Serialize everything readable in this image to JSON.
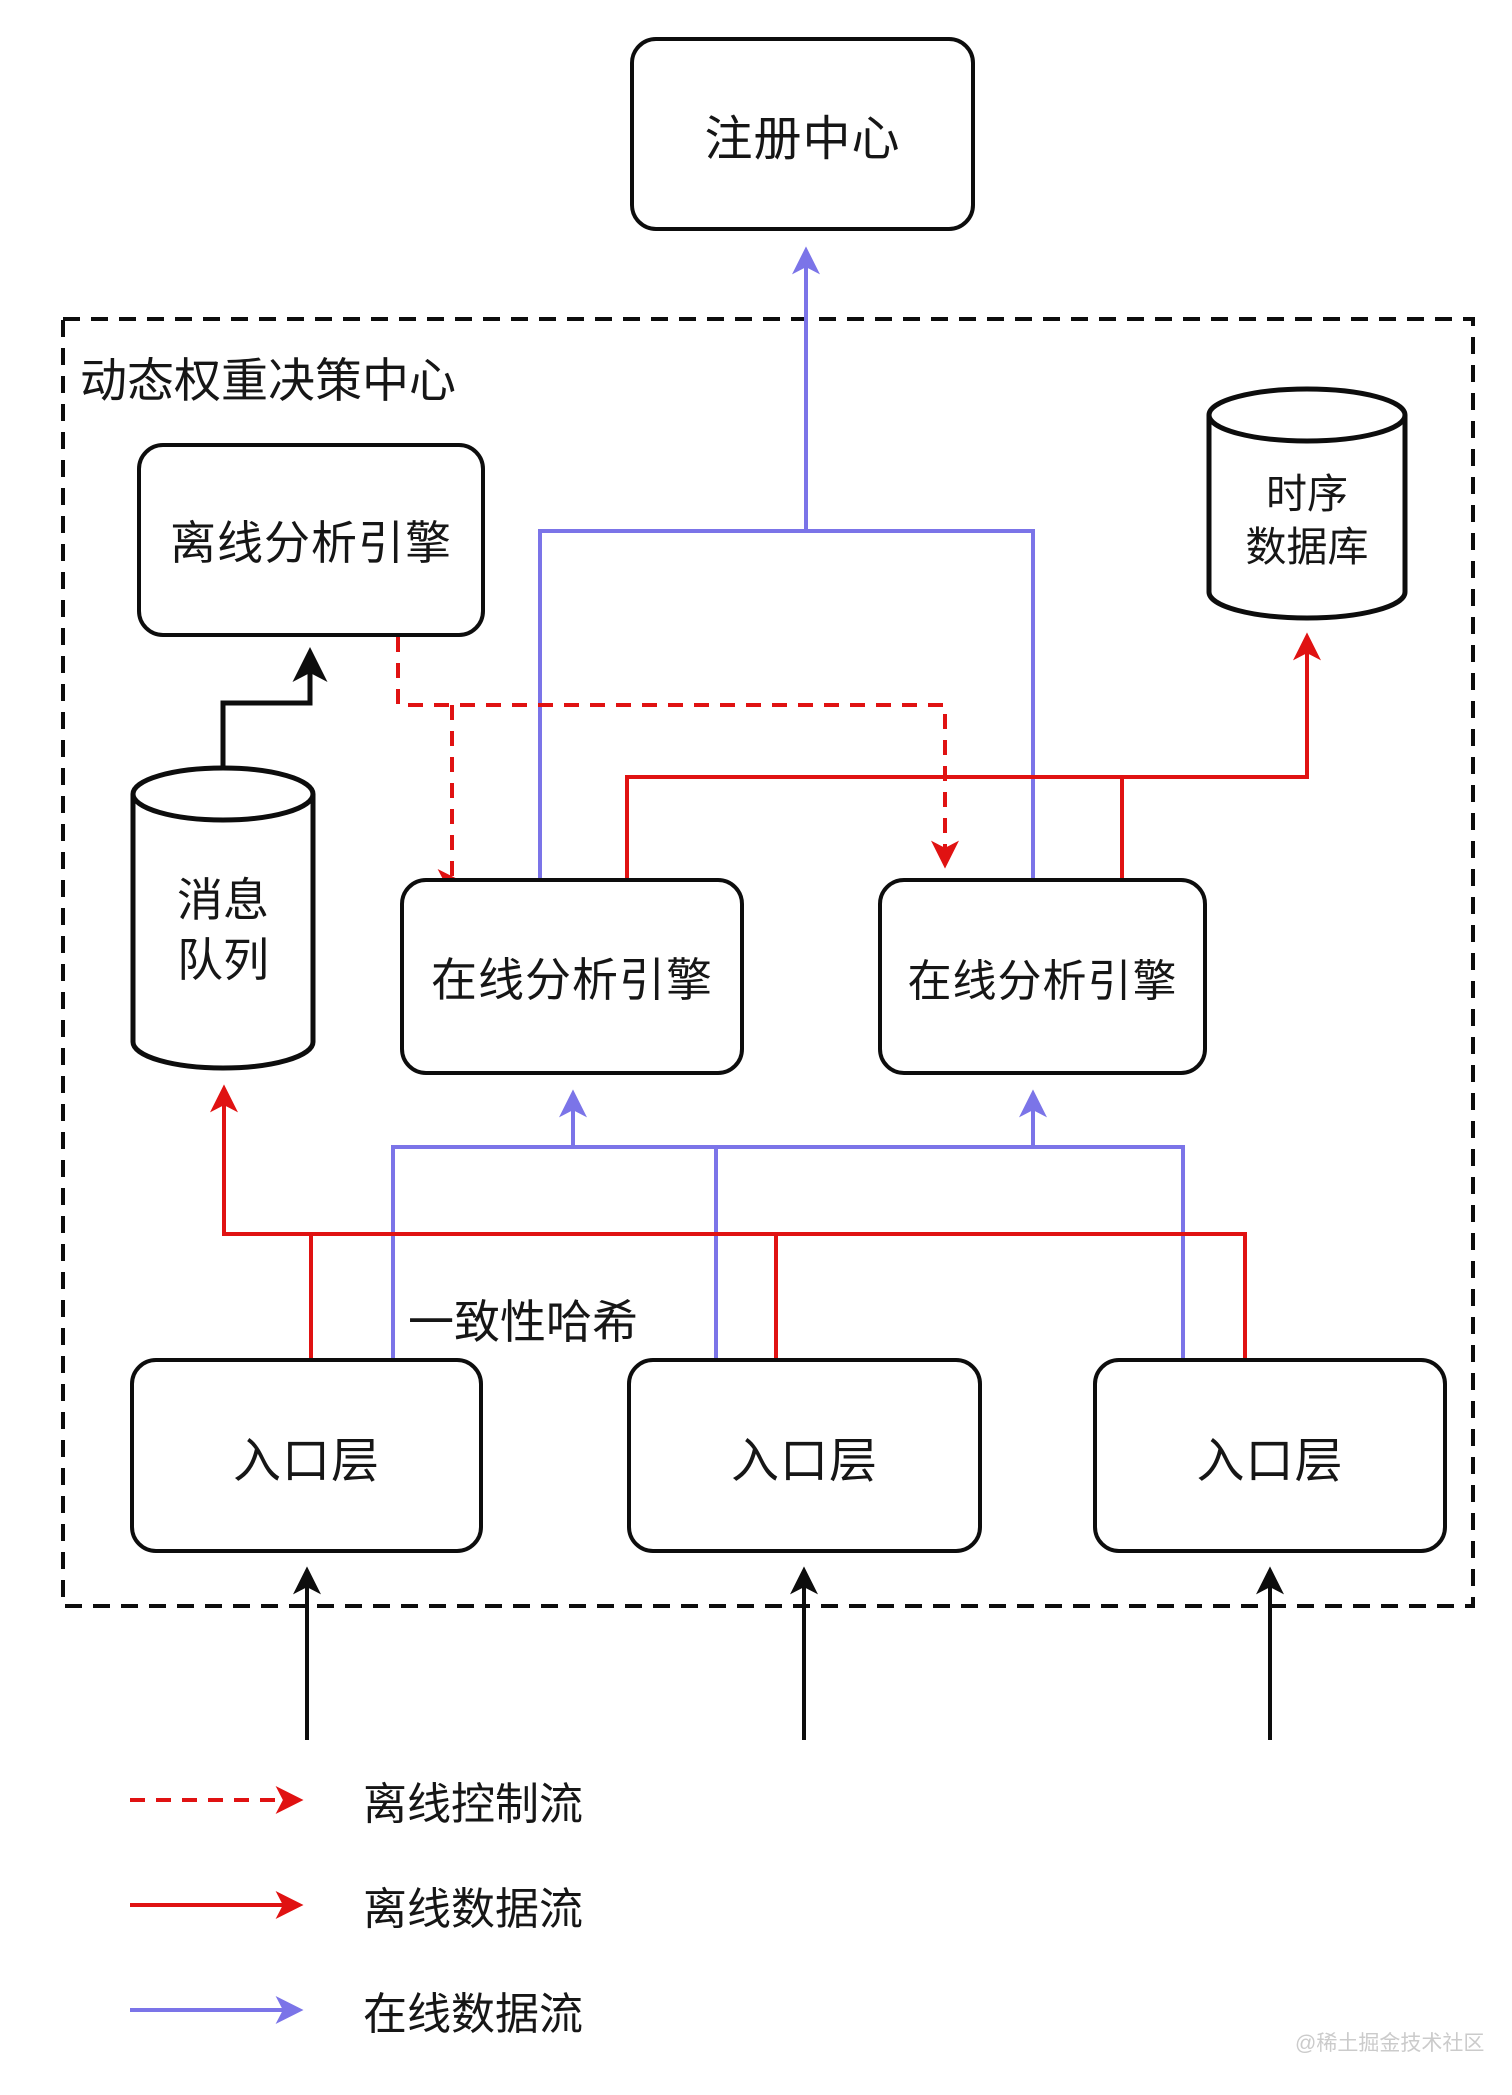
{
  "diagram": {
    "container_label": "动态权重决策中心",
    "nodes": {
      "registry": {
        "label": "注册中心"
      },
      "offline_engine": {
        "label": "离线分析引擎"
      },
      "message_queue": {
        "line1": "消息",
        "line2": "队列"
      },
      "tsdb": {
        "line1": "时序",
        "line2": "数据库"
      },
      "online_engine_1": {
        "label": "在线分析引擎"
      },
      "online_engine_2": {
        "label": "在线分析引擎"
      },
      "entry_1": {
        "label": "入口层"
      },
      "entry_2": {
        "label": "入口层"
      },
      "entry_3": {
        "label": "入口层"
      }
    },
    "annotations": {
      "consistent_hash": "一致性哈希"
    },
    "legend": [
      {
        "style": "dashed-red",
        "label": "离线控制流"
      },
      {
        "style": "solid-red",
        "label": "离线数据流"
      },
      {
        "style": "solid-blue",
        "label": "在线数据流"
      }
    ],
    "colors": {
      "offline_flow": "#e01212",
      "online_flow": "#7b74e8",
      "structure": "#0d0d0d",
      "watermark": "#cbcbcb"
    },
    "watermark": "@稀土掘金技术社区"
  }
}
